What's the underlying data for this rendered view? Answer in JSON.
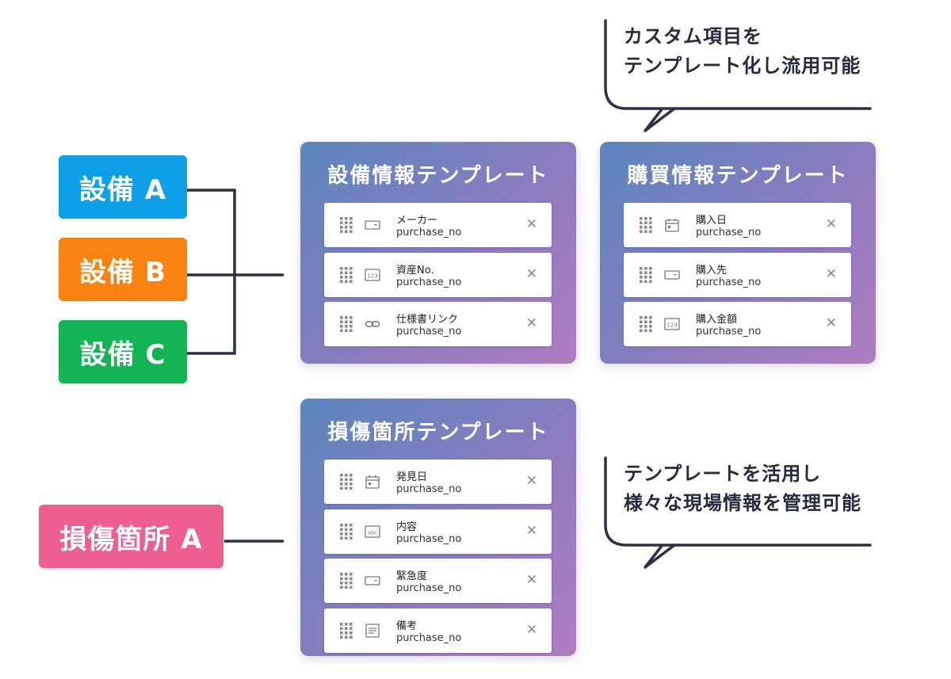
{
  "tags": {
    "equipment_a": "設備 A",
    "equipment_b": "設備 B",
    "equipment_c": "設備 C",
    "damage_a": "損傷箇所 A"
  },
  "colors": {
    "equipment_a": "#0f9fe6",
    "equipment_b": "#f98311",
    "equipment_c": "#13b455",
    "damage_a": "#ee5f91"
  },
  "templates": {
    "equipment": {
      "title": "設備情報テンプレート",
      "rows": [
        {
          "name": "メーカー",
          "key": "purchase_no",
          "icon": "dropdown-icon"
        },
        {
          "name": "資産No.",
          "key": "purchase_no",
          "icon": "number-icon"
        },
        {
          "name": "仕様書リンク",
          "key": "purchase_no",
          "icon": "link-icon"
        }
      ]
    },
    "purchase": {
      "title": "購買情報テンプレート",
      "rows": [
        {
          "name": "購入日",
          "key": "purchase_no",
          "icon": "calendar-icon"
        },
        {
          "name": "購入先",
          "key": "purchase_no",
          "icon": "dropdown-icon"
        },
        {
          "name": "購入金額",
          "key": "purchase_no",
          "icon": "number-icon"
        }
      ]
    },
    "damage": {
      "title": "損傷箇所テンプレート",
      "rows": [
        {
          "name": "発見日",
          "key": "purchase_no",
          "icon": "calendar-icon"
        },
        {
          "name": "内容",
          "key": "purchase_no",
          "icon": "text-icon"
        },
        {
          "name": "緊急度",
          "key": "purchase_no",
          "icon": "dropdown-icon"
        },
        {
          "name": "備考",
          "key": "purchase_no",
          "icon": "textarea-icon"
        }
      ]
    }
  },
  "callouts": {
    "top": {
      "line1": "カスタム項目を",
      "line2": "テンプレート化し流用可能"
    },
    "bottom": {
      "line1": "テンプレートを活用し",
      "line2": "様々な現場情報を管理可能"
    }
  },
  "close_symbol": "✕"
}
